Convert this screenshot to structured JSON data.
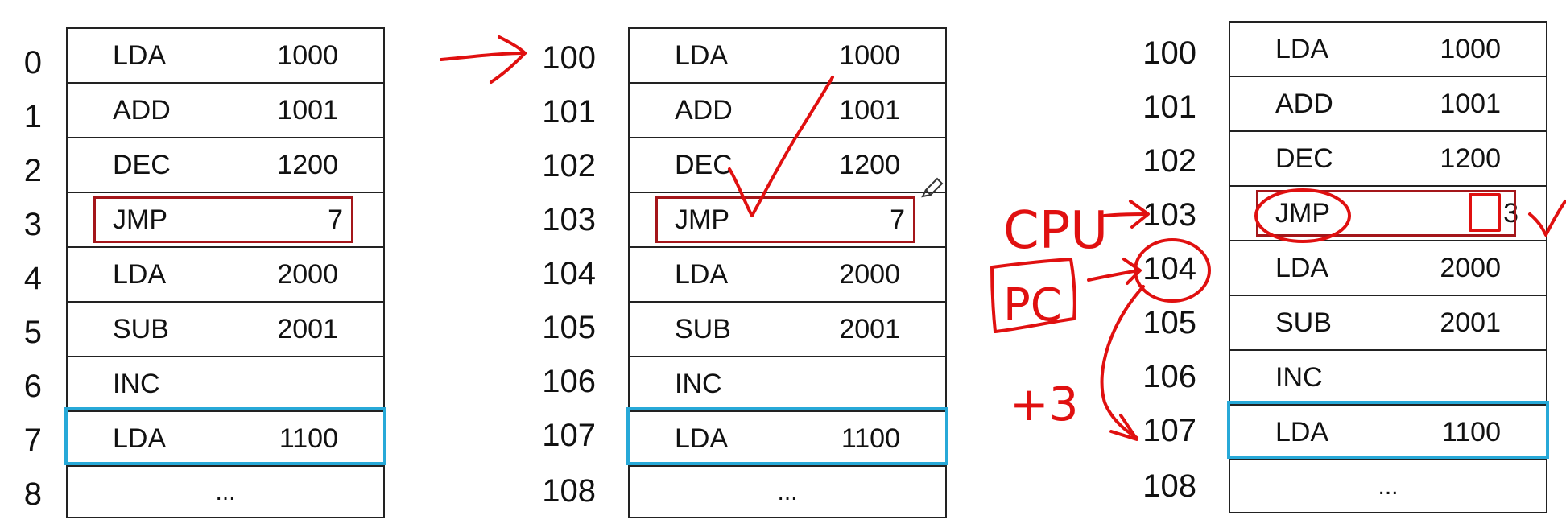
{
  "panels": [
    {
      "addresses": [
        "0",
        "1",
        "2",
        "3",
        "4",
        "5",
        "6",
        "7",
        "8"
      ],
      "rows": [
        {
          "op": "LDA",
          "arg": "1000"
        },
        {
          "op": "ADD",
          "arg": "1001"
        },
        {
          "op": "DEC",
          "arg": "1200"
        },
        {
          "op": "JMP",
          "arg": "7"
        },
        {
          "op": "LDA",
          "arg": "2000"
        },
        {
          "op": "SUB",
          "arg": "2001"
        },
        {
          "op": "INC",
          "arg": ""
        },
        {
          "op": "LDA",
          "arg": "1100"
        },
        {
          "ellipsis": "..."
        }
      ]
    },
    {
      "addresses": [
        "100",
        "101",
        "102",
        "103",
        "104",
        "105",
        "106",
        "107",
        "108"
      ],
      "rows": [
        {
          "op": "LDA",
          "arg": "1000"
        },
        {
          "op": "ADD",
          "arg": "1001"
        },
        {
          "op": "DEC",
          "arg": "1200"
        },
        {
          "op": "JMP",
          "arg": "7"
        },
        {
          "op": "LDA",
          "arg": "2000"
        },
        {
          "op": "SUB",
          "arg": "2001"
        },
        {
          "op": "INC",
          "arg": ""
        },
        {
          "op": "LDA",
          "arg": "1100"
        },
        {
          "ellipsis": "..."
        }
      ]
    },
    {
      "addresses": [
        "100",
        "101",
        "102",
        "103",
        "104",
        "105",
        "106",
        "107",
        "108"
      ],
      "rows": [
        {
          "op": "LDA",
          "arg": "1000"
        },
        {
          "op": "ADD",
          "arg": "1001"
        },
        {
          "op": "DEC",
          "arg": "1200"
        },
        {
          "op": "JMP",
          "arg": "3"
        },
        {
          "op": "LDA",
          "arg": "2000"
        },
        {
          "op": "SUB",
          "arg": "2001"
        },
        {
          "op": "INC",
          "arg": ""
        },
        {
          "op": "LDA",
          "arg": "1100"
        },
        {
          "ellipsis": "..."
        }
      ]
    }
  ],
  "annotations": {
    "cpu": "CPU",
    "pc": "PC",
    "offset": "+3"
  },
  "colors": {
    "highlight_red": "#a4161a",
    "highlight_blue": "#27a9d8",
    "ink_red": "#e01010"
  }
}
